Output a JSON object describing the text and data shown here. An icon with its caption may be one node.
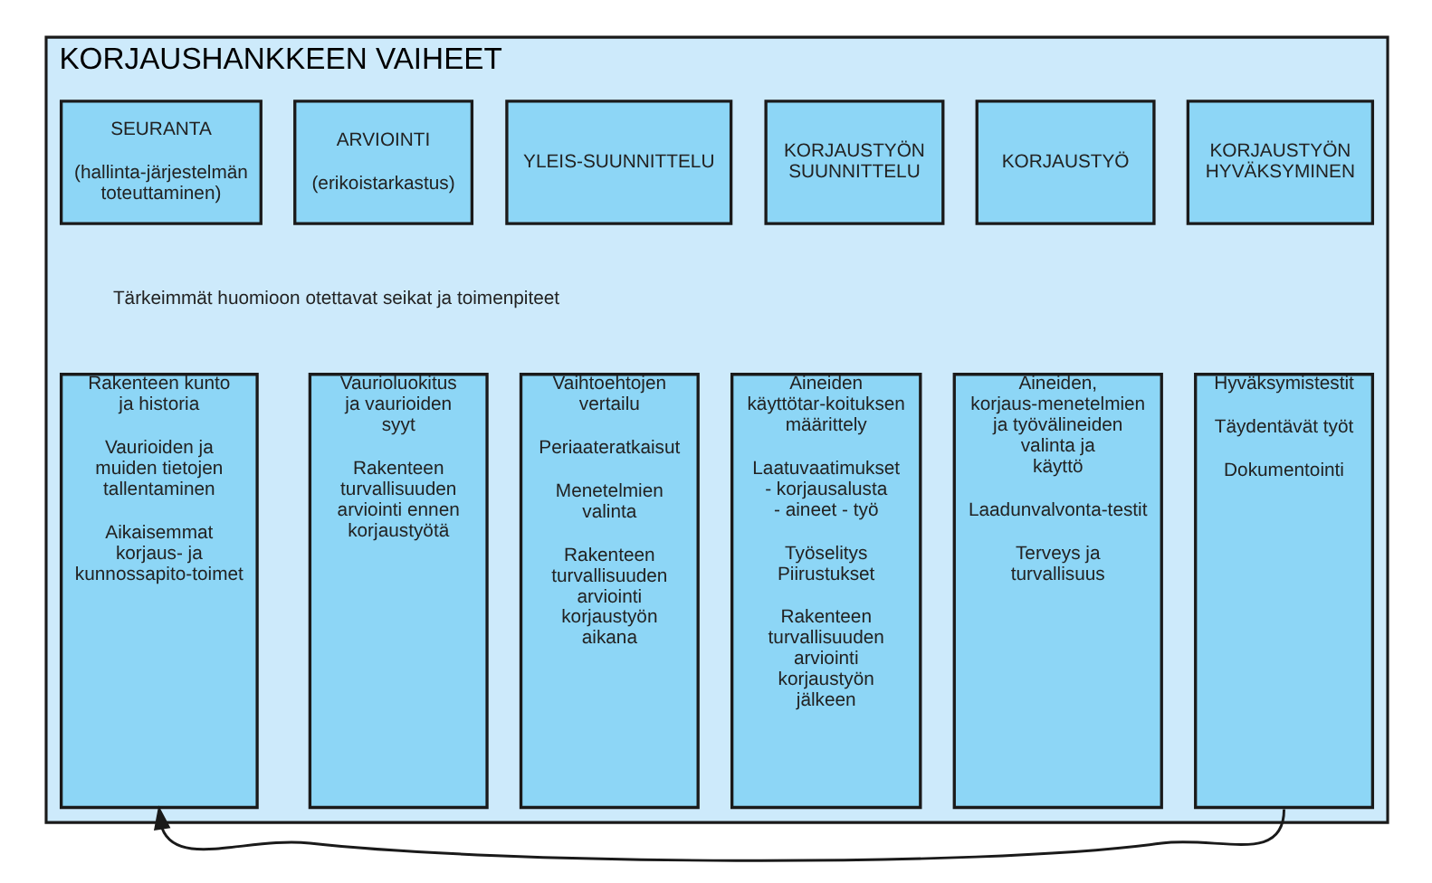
{
  "diagram": {
    "nodes": [
      {
        "text": [
          "KORJAUSHANKKEEN VAIHEET"
        ]
      },
      {
        "text": [
          "SEURANTA",
          "(hallinta-järjestelmän toteuttaminen)"
        ],
        "in": 0
      },
      {
        "text": [
          "ARVIOINTI",
          "(erikoistarkastus)"
        ],
        "in": 0
      },
      {
        "text": [
          "YLEIS-SUUNNITTELU"
        ],
        "in": 0
      },
      {
        "text": [
          "KORJAUSTYÖN SUUNNITTELU"
        ],
        "in": 0
      },
      {
        "text": [
          "KORJAUSTYÖ"
        ],
        "in": 0
      },
      {
        "text": [
          "KORJAUSTYÖN HYVÄKSYMINEN"
        ],
        "in": 0
      },
      {
        "text": [
          "Rakenteen kunto ja historia",
          "Vaurioiden ja muiden tietojen tallentaminen",
          "Aikaisemmat korjaus- ja kunnossapito-toimet"
        ],
        "in": 0
      },
      {
        "text": [
          "Vaurioluokitus ja vaurioiden syyt",
          "Rakenteen turvallisuuden arviointi ennen korjaustyötä"
        ],
        "in": 0
      },
      {
        "text": [
          "Vaihtoehtojen vertailu",
          "Periaateratkaisut",
          "Menetelmien valinta",
          "Rakenteen turvallisuuden arviointi korjaustyön aikana"
        ],
        "in": 0
      },
      {
        "text": [
          "Aineiden käyttötar-koituksen määrittely",
          "Laatuvaatimukset - korjausalusta - aineet - työ",
          "Työselitys Piirustukset",
          "Rakenteen turvallisuuden arviointi korjaustyön jälkeen"
        ],
        "in": 0
      },
      {
        "text": [
          "Aineiden, korjaus-menetelmien ja työvälineiden valinta ja käyttö",
          "Laadunvalvonta-testit",
          "Terveys ja turvallisuus"
        ],
        "in": 0
      },
      {
        "text": [
          "Hyväksymistestit",
          "Täydentävät työt",
          "Dokumentointi"
        ],
        "in": 0
      }
    ],
    "edges": [
      {
        "from": 12,
        "to": 7,
        "arrow": "to"
      }
    ],
    "labels": [
      "Tärkeimmät huomioon otettavat seikat ja toimenpiteet"
    ]
  }
}
